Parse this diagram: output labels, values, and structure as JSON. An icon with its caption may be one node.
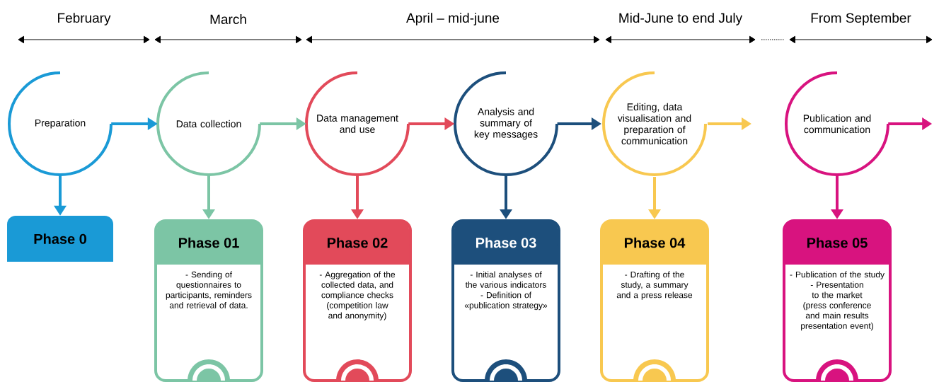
{
  "diagram": {
    "nodes": [
      {
        "text": [
          "Preparation"
        ]
      },
      {
        "text": [
          "Data collection"
        ]
      },
      {
        "text": [
          "Data management and use"
        ]
      },
      {
        "text": [
          "Analysis and summary of key messages"
        ]
      },
      {
        "text": [
          "Editing, data visualisation and preparation of communication"
        ]
      },
      {
        "text": [
          "Publication and communication"
        ]
      },
      {
        "text": [
          "Phase 0"
        ]
      },
      {
        "text": [
          "Phase 01",
          "- Sending of questionnaires to participants, reminders and retrieval of data."
        ]
      },
      {
        "text": [
          "Phase 02",
          "- Aggregation of the collected data, and compliance checks (competition law and anonymity)"
        ]
      },
      {
        "text": [
          "Phase 03",
          "- Initial analyses of the various indicators",
          "- Definition of «publication strategy»"
        ]
      },
      {
        "text": [
          "Phase 04",
          "- Drafting of the study, a summary and a press release"
        ]
      },
      {
        "text": [
          "Phase 05",
          "- Publication of the study",
          "- Presentation to the market (press conference and main results presentation event)"
        ]
      }
    ],
    "edges": [
      {
        "from": 0,
        "to": 1,
        "arrow": "to",
        "color": "#1a9ad6"
      },
      {
        "from": 1,
        "to": 2,
        "arrow": "to",
        "color": "#7cc5a5"
      },
      {
        "from": 2,
        "to": 3,
        "arrow": "to",
        "color": "#e24a5a"
      },
      {
        "from": 3,
        "to": 4,
        "arrow": "to",
        "color": "#1d4f7c"
      },
      {
        "from": 4,
        "to": null,
        "arrow": "to",
        "color": "#f8c850"
      },
      {
        "from": 5,
        "to": null,
        "arrow": "to",
        "color": "#d8137f"
      },
      {
        "from": 0,
        "to": 6,
        "arrow": "to",
        "color": "#1a9ad6"
      },
      {
        "from": 1,
        "to": 7,
        "arrow": "to",
        "color": "#7cc5a5"
      },
      {
        "from": 2,
        "to": 8,
        "arrow": "to",
        "color": "#e24a5a"
      },
      {
        "from": 3,
        "to": 9,
        "arrow": "to",
        "color": "#1d4f7c"
      },
      {
        "from": 4,
        "to": 10,
        "arrow": "to",
        "color": "#f8c850"
      },
      {
        "from": 5,
        "to": 11,
        "arrow": "to",
        "color": "#d8137f"
      }
    ],
    "labels": [
      "February",
      "March",
      "April –  mid-june",
      "Mid-June  to end July",
      "From September"
    ]
  }
}
